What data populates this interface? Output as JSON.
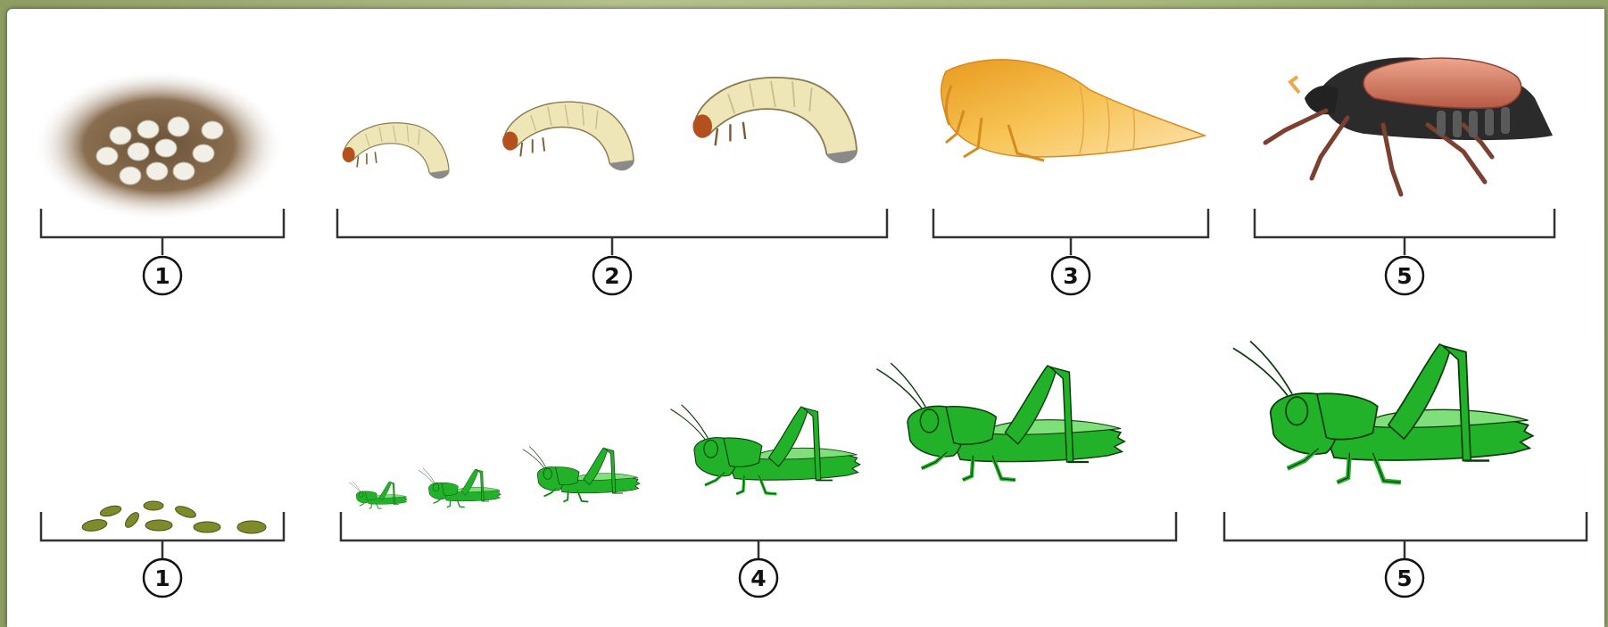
{
  "stage_labels": {
    "row1_eggs": "1",
    "row1_larvae": "2",
    "row1_pupa": "3",
    "row1_adult": "5",
    "row2_eggs": "1",
    "row2_nymphs": "4",
    "row2_adult": "5"
  },
  "colors": {
    "grasshopper": "#22b22a",
    "grasshopper_wing": "#7fe07a",
    "larva": "#efe6b8",
    "pupa": "#f3b43e",
    "beetle_body": "#2b2b2b",
    "beetle_elytra": "#d9826a",
    "egg_row2": "#7f8a2a"
  }
}
